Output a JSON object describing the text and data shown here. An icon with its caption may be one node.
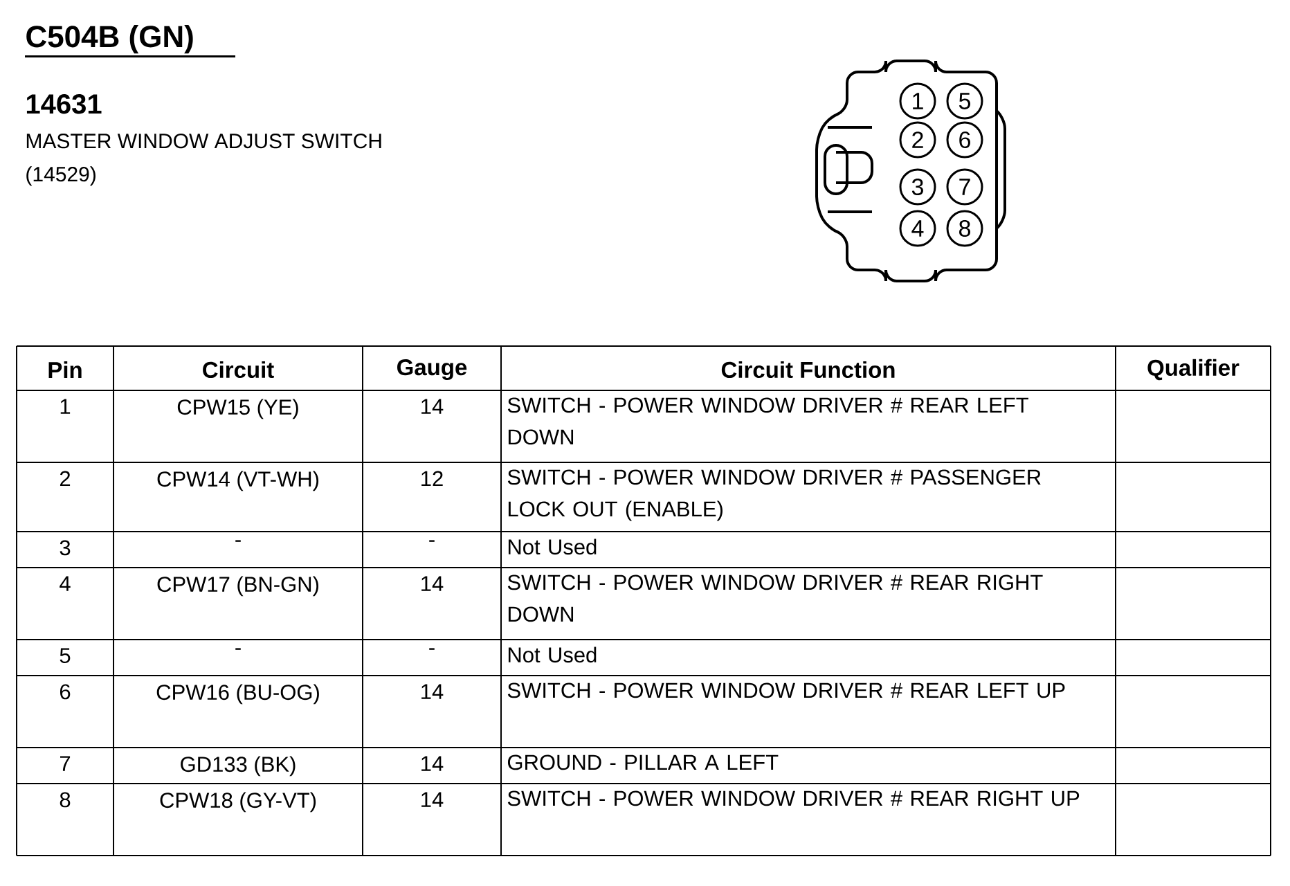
{
  "diagram": {
    "title": "C504B (GN)",
    "nodes": [
      {
        "text": [
          "1"
        ]
      },
      {
        "text": [
          "5"
        ]
      },
      {
        "text": [
          "2"
        ]
      },
      {
        "text": [
          "6"
        ]
      },
      {
        "text": [
          "3"
        ]
      },
      {
        "text": [
          "7"
        ]
      },
      {
        "text": [
          "4"
        ]
      },
      {
        "text": [
          "8"
        ]
      }
    ],
    "labels": [
      "14631",
      "MASTER WINDOW ADJUST SWITCH",
      "(14529)",
      "Pin",
      "Circuit",
      "Gauge",
      "Circuit Function",
      "Qualifier",
      "1",
      "CPW15 (YE)",
      "14",
      "SWITCH - POWER WINDOW DRIVER # REAR LEFT DOWN",
      "2",
      "CPW14 (VT-WH)",
      "12",
      "SWITCH - POWER WINDOW DRIVER # PASSENGER LOCK OUT (ENABLE)",
      "3",
      "-",
      "-",
      "Not Used",
      "4",
      "CPW17 (BN-GN)",
      "14",
      "SWITCH - POWER WINDOW DRIVER # REAR RIGHT DOWN",
      "5",
      "-",
      "-",
      "Not Used",
      "6",
      "CPW16 (BU-OG)",
      "14",
      "SWITCH - POWER WINDOW DRIVER # REAR LEFT UP",
      "7",
      "GD133 (BK)",
      "14",
      "GROUND - PILLAR A LEFT",
      "8",
      "CPW18 (GY-VT)",
      "14",
      "SWITCH - POWER WINDOW DRIVER # REAR RIGHT UP"
    ]
  }
}
